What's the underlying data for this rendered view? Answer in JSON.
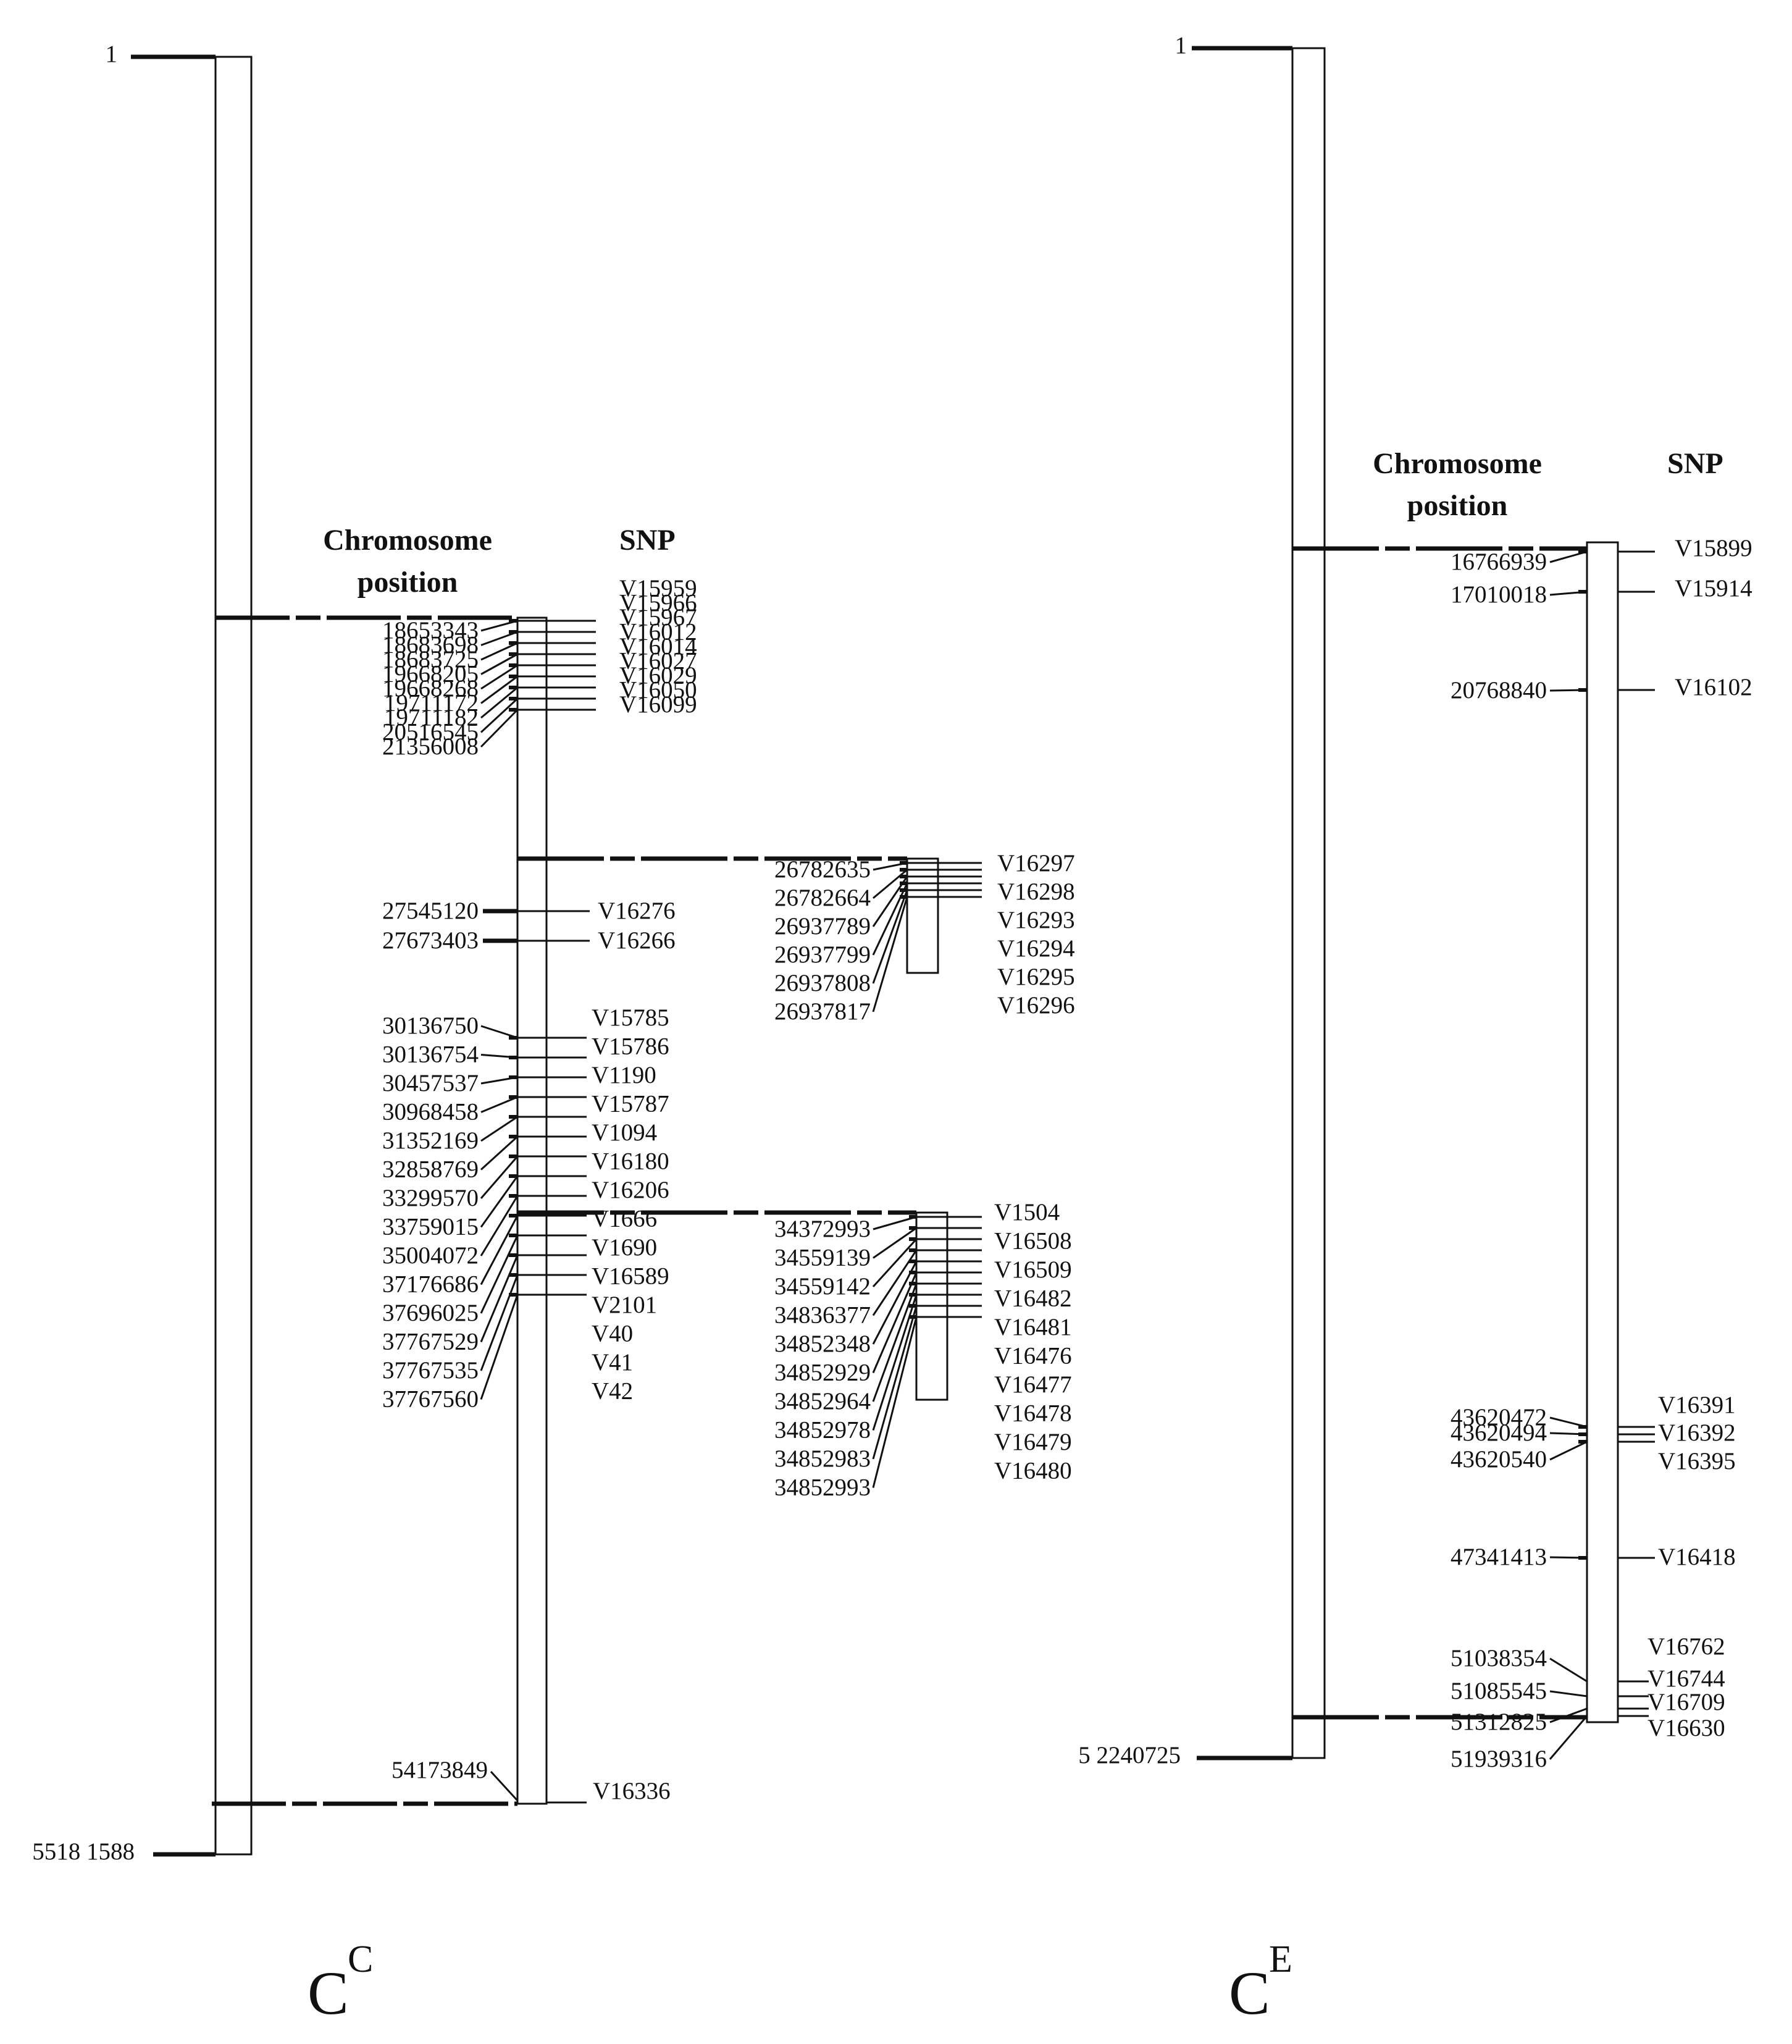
{
  "panels": [
    {
      "id": "CC",
      "name_main": "C",
      "name_sup": "C",
      "start_label": "1",
      "end_label": "5518 1588",
      "headers": {
        "position": [
          "Chromosome",
          "position"
        ],
        "snp": "SNP"
      },
      "clusters": {
        "main": {
          "positions": [
            "18653343",
            "18683698",
            "18683725",
            "19668205",
            "19668268",
            "19711172",
            "19711182",
            "20516545",
            "21356008"
          ],
          "snps": [
            "V15959",
            "V15966",
            "V15967",
            "V16012",
            "V16014",
            "V16027",
            "V16029",
            "V16050",
            "V16099"
          ]
        },
        "mid": {
          "positions": [
            "27545120",
            "27673403"
          ],
          "snps": [
            "V16276",
            "V16266"
          ]
        },
        "lower": {
          "positions": [
            "30136750",
            "30136754",
            "30457537",
            "30968458",
            "31352169",
            "32858769",
            "33299570",
            "33759015",
            "35004072",
            "37176686",
            "37696025",
            "37767529",
            "37767535",
            "37767560"
          ],
          "snps": [
            "V15785",
            "V15786",
            "V1190",
            "V15787",
            "V1094",
            "V16180",
            "V16206",
            "V1666",
            "V1690",
            "V16589",
            "V2101",
            "V40",
            "V41",
            "V42"
          ]
        },
        "sub1": {
          "positions": [
            "26782635",
            "26782664",
            "26937789",
            "26937799",
            "26937808",
            "26937817"
          ],
          "snps": [
            "V16297",
            "V16298",
            "V16293",
            "V16294",
            "V16295",
            "V16296"
          ]
        },
        "sub2": {
          "positions": [
            "34372993",
            "34559139",
            "34559142",
            "34836377",
            "34852348",
            "34852929",
            "34852964",
            "34852978",
            "34852983",
            "34852993"
          ],
          "snps": [
            "V1504",
            "V16508",
            "V16509",
            "V16482",
            "V16481",
            "V16476",
            "V16477",
            "V16478",
            "V16479",
            "V16480"
          ]
        },
        "end": {
          "positions": [
            "54173849"
          ],
          "snps": [
            "V16336"
          ]
        }
      }
    },
    {
      "id": "CE",
      "name_main": "C",
      "name_sup": "E",
      "start_label": "1",
      "end_label": "5 2240725",
      "headers": {
        "position": [
          "Chromosome",
          "position"
        ],
        "snp": "SNP"
      },
      "clusters": {
        "top": {
          "positions": [
            "16766939",
            "17010018",
            "20768840"
          ],
          "snps": [
            "V15899",
            "V15914",
            "V16102"
          ]
        },
        "mid": {
          "positions": [
            "43620472",
            "43620494",
            "43620540",
            "47341413"
          ],
          "snps": [
            "V16391",
            "V16392",
            "V16395",
            "V16418"
          ]
        },
        "bottom": {
          "positions": [
            "51038354",
            "51085545",
            "51312825",
            "51939316"
          ],
          "snps": [
            "V16762",
            "V16744",
            "V16709",
            "V16630"
          ]
        }
      }
    }
  ]
}
